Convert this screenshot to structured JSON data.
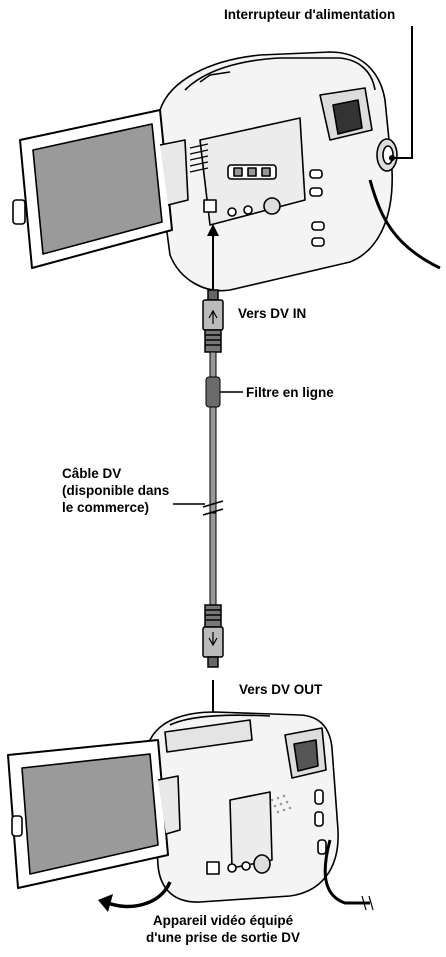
{
  "labels": {
    "power_switch": "Interrupteur d'alimentation",
    "to_dv_in": "Vers DV IN",
    "line_filter": "Filtre en ligne",
    "dv_cable": [
      "Câble DV",
      "(disponible dans",
      "le commerce)"
    ],
    "to_dv_out": "Vers DV OUT",
    "device": [
      "Appareil vidéo équipé",
      "d'une prise de sortie DV"
    ]
  },
  "icons": {
    "top_camera": "camcorder-icon",
    "bottom_camera": "camcorder-icon",
    "plug_top": "dv-plug-icon",
    "plug_bottom": "dv-plug-icon",
    "filter": "ferrite-filter-icon",
    "arrow": "curved-arrow-icon"
  }
}
